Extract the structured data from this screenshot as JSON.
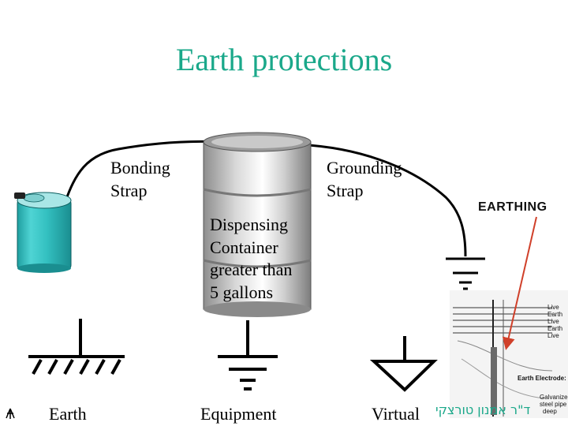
{
  "title": "Earth protections",
  "labels": {
    "bonding_strap": [
      "Bonding",
      "Strap"
    ],
    "grounding_strap": [
      "Grounding",
      "Strap"
    ],
    "dispensing_container": [
      "Dispensing",
      "Container",
      "greater than",
      "5 gallons"
    ]
  },
  "ground_symbols": {
    "earth": "Earth",
    "equipment": "Equipment",
    "virtual": "Virtual"
  },
  "photo": {
    "heading": "EARTHING",
    "wire_labels": [
      "Live",
      "Earth",
      "Live",
      "Earth",
      "Live"
    ],
    "electrode_label": "Earth Electrode:",
    "electrode_note": [
      "Galvanized",
      "steel pipe",
      "deep"
    ]
  },
  "footer": {
    "author_credit": "ד\"ר אמנון טורצקי"
  },
  "colors": {
    "title": "#1aa88a",
    "can": "#35c3c3",
    "drum": "#b8b8b8",
    "arrow": "#d0402a"
  }
}
